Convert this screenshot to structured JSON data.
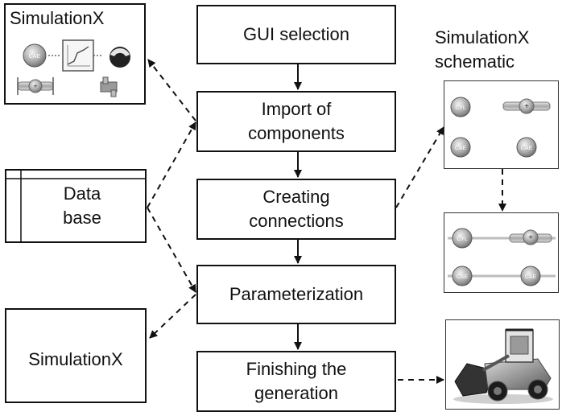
{
  "process_steps": [
    {
      "id": "gui",
      "label": "GUI selection"
    },
    {
      "id": "import",
      "label": "Import of\ncomponents"
    },
    {
      "id": "connect",
      "label": "Creating\nconnections"
    },
    {
      "id": "param",
      "label": "Parameterization"
    },
    {
      "id": "finish",
      "label": "Finishing the\ngeneration"
    }
  ],
  "simx_library": {
    "title": "SimulationX"
  },
  "database": {
    "label": "Data\nbase"
  },
  "simx_output": {
    "label": "SimulationX"
  },
  "schematic": {
    "title": "SimulationX\nschematic"
  },
  "component_icon_labels": [
    "CAE",
    "CYL",
    "CAE",
    "CAE",
    "CYL",
    "CAE",
    "CAE"
  ],
  "colors": {
    "stroke": "#111111",
    "component_fill": "#b8b8b8",
    "background": "#ffffff"
  }
}
